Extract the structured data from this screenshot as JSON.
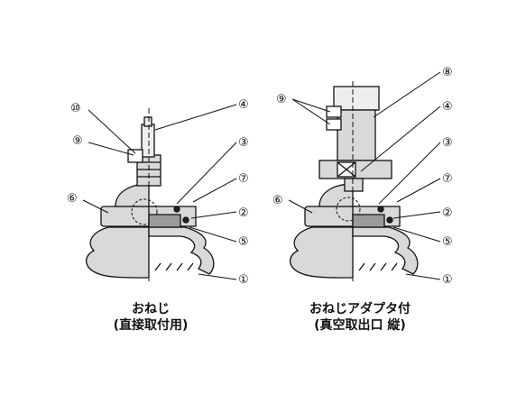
{
  "figures": [
    {
      "caption_line1": "おねじ",
      "caption_line2": "(直接取付用)",
      "callouts": [
        "⑩",
        "⑨",
        "⑥",
        "④",
        "③",
        "⑦",
        "②",
        "⑤",
        "①"
      ]
    },
    {
      "caption_line1": "おねじアダプタ付",
      "caption_line2": "(真空取出口 縦)",
      "callouts": [
        "⑨",
        "⑥",
        "⑧",
        "④",
        "③",
        "⑦",
        "②",
        "⑤",
        "①"
      ]
    }
  ]
}
